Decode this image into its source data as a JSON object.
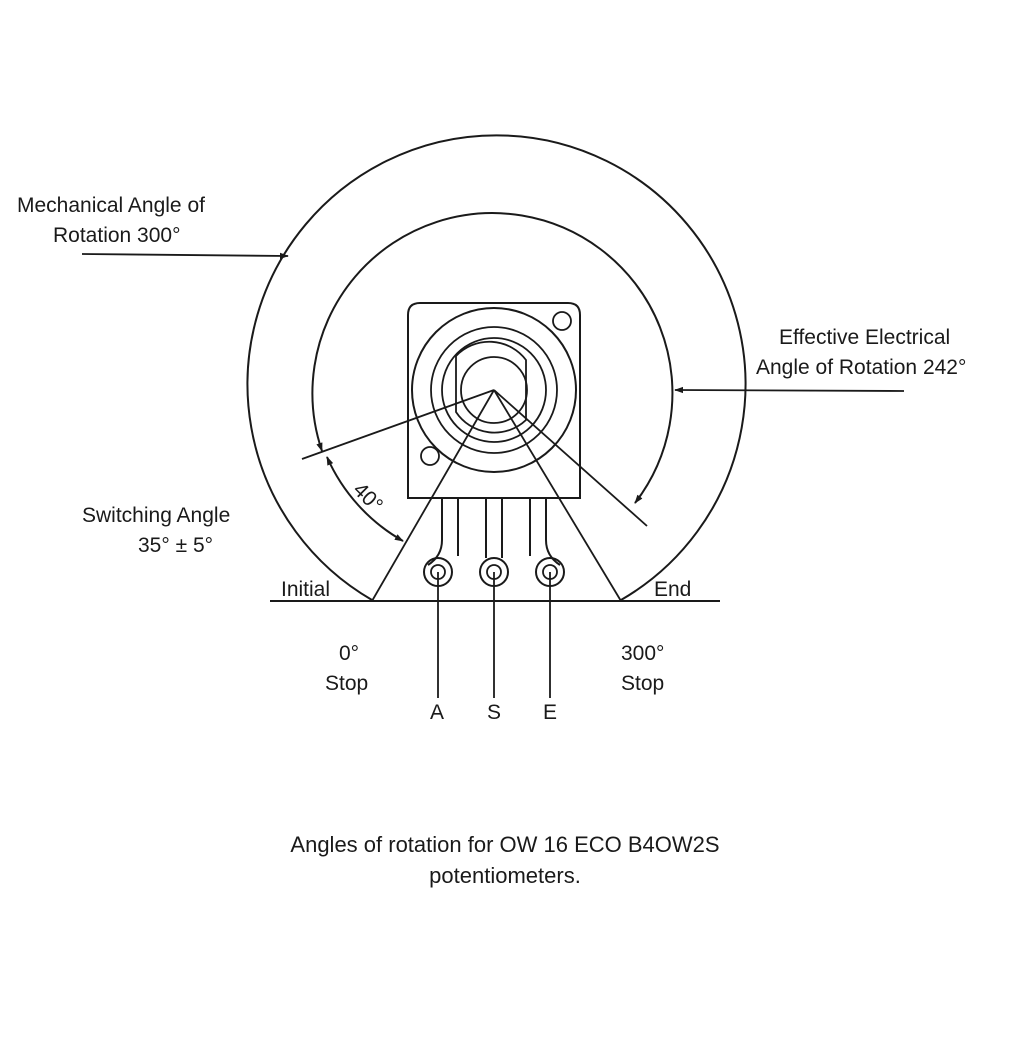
{
  "labels": {
    "mechanical_line1": "Mechanical Angle of",
    "mechanical_line2": "Rotation 300°",
    "electrical_line1": "Effective Electrical",
    "electrical_line2": "Angle of Rotation 242°",
    "switching_line1": "Switching Angle",
    "switching_line2": "35° ± 5°",
    "forty_deg": "40°",
    "initial": "Initial",
    "end": "End",
    "zero_line1": "0°",
    "zero_line2": "Stop",
    "three_hundred_line1": "300°",
    "three_hundred_line2": "Stop",
    "pin_a": "A",
    "pin_s": "S",
    "pin_e": "E"
  },
  "caption": {
    "line1": "Angles of rotation for OW 16 ECO B4OW2S",
    "line2": "potentiometers."
  },
  "colors": {
    "ink": "#1a1a1a",
    "background": "#ffffff"
  }
}
